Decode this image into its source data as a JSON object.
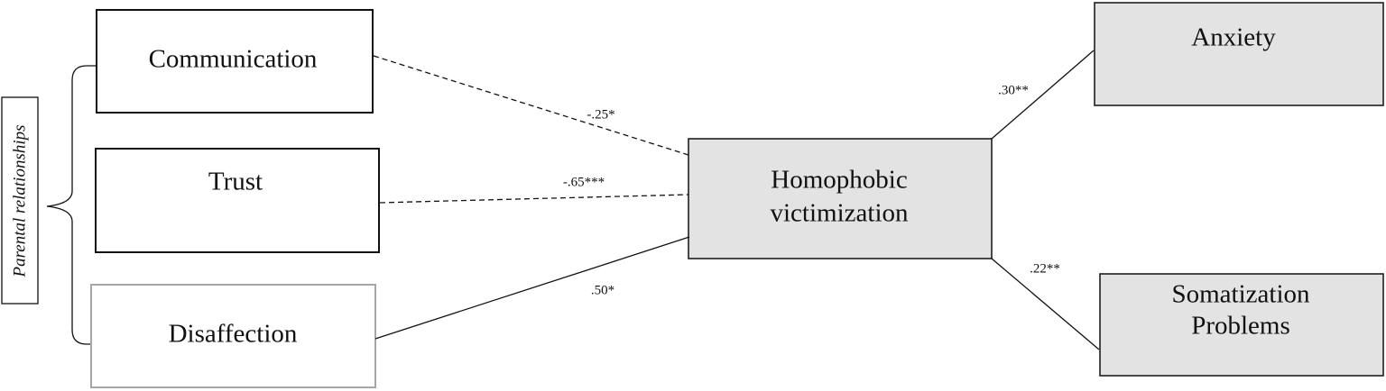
{
  "diagram": {
    "group_label": "Parental relationships",
    "nodes": {
      "communication": "Communication",
      "trust": "Trust",
      "disaffection": "Disaffection",
      "victimization_line1": "Homophobic",
      "victimization_line2": "victimization",
      "anxiety": "Anxiety",
      "somatization_line1": "Somatization",
      "somatization_line2": "Problems"
    },
    "paths": {
      "communication_to_victimization": "-.25*",
      "trust_to_victimization": "-.65***",
      "disaffection_to_victimization": ".50*",
      "victimization_to_anxiety": ".30**",
      "victimization_to_somatization": ".22**"
    },
    "colors": {
      "outcome_fill": "#e3e3e3",
      "disaffection_border": "#a6a6a6",
      "line": "#111111"
    }
  }
}
